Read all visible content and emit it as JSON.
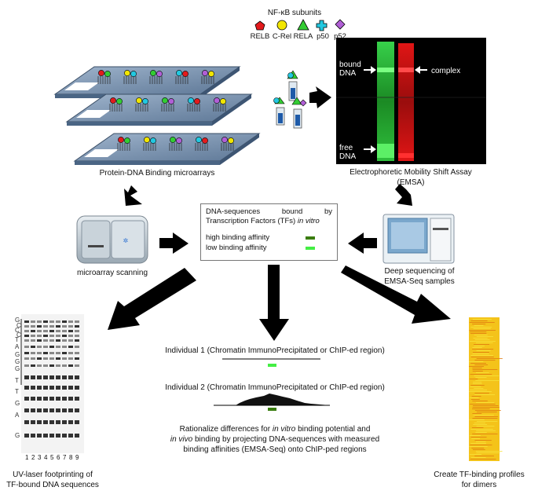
{
  "header": {
    "title": "NF-κB subunits",
    "subunits": [
      {
        "label": "RELB",
        "color": "#e31a1c",
        "shape": "pentagon"
      },
      {
        "label": "C-Rel",
        "color": "#f2e600",
        "shape": "circle"
      },
      {
        "label": "RELA",
        "color": "#33cc33",
        "shape": "triangle"
      },
      {
        "label": "p50",
        "color": "#22c8e0",
        "shape": "cross"
      },
      {
        "label": "p52",
        "color": "#b15fd6",
        "shape": "diamond"
      }
    ]
  },
  "microarrays": {
    "caption": "Protein-DNA Binding microarrays"
  },
  "emsa": {
    "caption_line1": "Electrophoretic Mobility Shift Assay",
    "caption_line2": "(EMSA)",
    "bound_line1": "bound",
    "bound_line2": "DNA",
    "free_line1": "free",
    "free_line2": "DNA",
    "complex": "complex"
  },
  "scanning": {
    "caption": "microarray scanning"
  },
  "sequencing": {
    "caption_line1": "Deep sequencing of",
    "caption_line2": "EMSA-Seq samples"
  },
  "center_box": {
    "line1_words": [
      "DNA-sequences",
      "bound",
      "by"
    ],
    "line2_prefix": "Transcription Factors (TFs) ",
    "line2_italic": "in vitro",
    "high": "high binding affinity",
    "low": "low binding affinity",
    "high_color": "#3a7d10",
    "low_color": "#44ee44"
  },
  "footprint": {
    "caption_line1": "UV-laser footprinting of",
    "caption_line2": "TF-bound DNA sequences",
    "lanes": [
      "1",
      "2",
      "3",
      "4",
      "5",
      "6",
      "7",
      "8",
      "9"
    ],
    "sequence": [
      "G",
      "C",
      "C",
      "C",
      "T",
      "A",
      "G",
      "G",
      "G",
      "T",
      "T",
      "G",
      "A",
      "G"
    ]
  },
  "chip": {
    "individual1": "Individual 1 (Chromatin ImmunoPrecipitated  or ChIP-ed region)",
    "individual2": "Individual 2 (Chromatin ImmunoPrecipitated  or ChIP-ed region)",
    "rationale_line1_prefix": "Rationalize differences for ",
    "rationale_line1_italic": "in vitro",
    "rationale_line1_suffix": " binding potential and",
    "rationale_line2_italic": "in vivo",
    "rationale_line2_suffix": " binding by projecting DNA-sequences with measured",
    "rationale_line3": "binding affinities (EMSA-Seq) onto ChIP-ped regions"
  },
  "profiles": {
    "caption_line1": "Create TF-binding profiles",
    "caption_line2": "for dimers"
  }
}
